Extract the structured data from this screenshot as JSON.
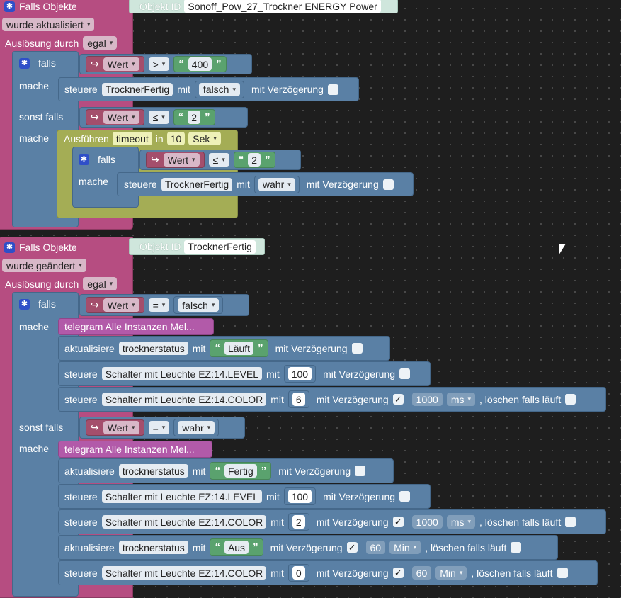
{
  "b1": {
    "head": "Falls Objekte",
    "obj_label": "Objekt ID",
    "obj_value": "Sonoff_Pow_27_Trockner ENERGY  Power",
    "trigger": "wurde aktualisiert",
    "ausl": "Auslösung durch",
    "ausl_val": "egal",
    "if1": {
      "falls": "falls",
      "wert": "Wert",
      "op": ">",
      "val": "400",
      "mache": "mache",
      "st": "steuere",
      "st_obj": "TrocknerFertig",
      "mit": "mit",
      "st_val": "falsch",
      "verz": "mit Verzögerung"
    },
    "elif": {
      "label": "sonst falls",
      "wert": "Wert",
      "op": "≤",
      "val": "2",
      "mache": "mache"
    },
    "timeout": {
      "aus": "Ausführen",
      "name": "timeout",
      "in": "in",
      "num": "10",
      "unit": "Sek"
    },
    "if2": {
      "falls": "falls",
      "wert": "Wert",
      "op": "≤",
      "val": "2",
      "mache": "mache",
      "st": "steuere",
      "st_obj": "TrocknerFertig",
      "mit": "mit",
      "st_val": "wahr",
      "verz": "mit Verzögerung"
    }
  },
  "b2": {
    "head": "Falls Objekte",
    "obj_label": "Objekt ID",
    "obj_value": "TrocknerFertig",
    "trigger": "wurde geändert",
    "ausl": "Auslösung durch",
    "ausl_val": "egal",
    "if1": {
      "falls": "falls",
      "wert": "Wert",
      "op": "=",
      "val": "falsch",
      "mache": "mache"
    },
    "tg1": "telegram Alle Instanzen Mel...",
    "a1": {
      "akt": "aktualisiere",
      "var": "trocknerstatus",
      "mit": "mit",
      "txt": "Läuft",
      "verz": "mit Verzögerung"
    },
    "a2": {
      "st": "steuere",
      "obj": "Schalter mit Leuchte EZ:14.LEVEL",
      "mit": "mit",
      "num": "100",
      "verz": "mit Verzögerung"
    },
    "a3": {
      "st": "steuere",
      "obj": "Schalter mit Leuchte EZ:14.COLOR",
      "mit": "mit",
      "num": "6",
      "verz": "mit Verzögerung",
      "check": "✓",
      "delay": "1000",
      "unit": "ms",
      "clear": ", löschen falls läuft"
    },
    "elif": {
      "label": "sonst falls",
      "wert": "Wert",
      "op": "=",
      "val": "wahr",
      "mache": "mache"
    },
    "tg2": "telegram Alle Instanzen Mel...",
    "a4": {
      "akt": "aktualisiere",
      "var": "trocknerstatus",
      "mit": "mit",
      "txt": "Fertig",
      "verz": "mit Verzögerung"
    },
    "a5": {
      "st": "steuere",
      "obj": "Schalter mit Leuchte EZ:14.LEVEL",
      "mit": "mit",
      "num": "100",
      "verz": "mit Verzögerung"
    },
    "a6": {
      "st": "steuere",
      "obj": "Schalter mit Leuchte EZ:14.COLOR",
      "mit": "mit",
      "num": "2",
      "verz": "mit Verzögerung",
      "check": "✓",
      "delay": "1000",
      "unit": "ms",
      "clear": ", löschen falls läuft"
    },
    "a7": {
      "akt": "aktualisiere",
      "var": "trocknerstatus",
      "mit": "mit",
      "txt": "Aus",
      "verz": "mit Verzögerung",
      "check": "✓",
      "delay": "60",
      "unit": "Min",
      "clear": ", löschen falls läuft"
    },
    "a8": {
      "st": "steuere",
      "obj": "Schalter mit Leuchte EZ:14.COLOR",
      "mit": "mit",
      "num": "0",
      "verz": "mit Verzögerung",
      "check": "✓",
      "delay": "60",
      "unit": "Min",
      "clear": ", löschen falls läuft"
    }
  },
  "icons": {
    "gear": "gear-icon",
    "arrow": "return-arrow-icon",
    "dropdown": "dropdown-arrow-icon",
    "cursor": "mouse-cursor-icon"
  },
  "colors": {
    "event": "#b64d81",
    "logic": "#5a80a5",
    "timeout": "#a4ad55",
    "text": "#5aa26e",
    "telegram": "#b25aa9",
    "background": "#1e1e1e"
  }
}
